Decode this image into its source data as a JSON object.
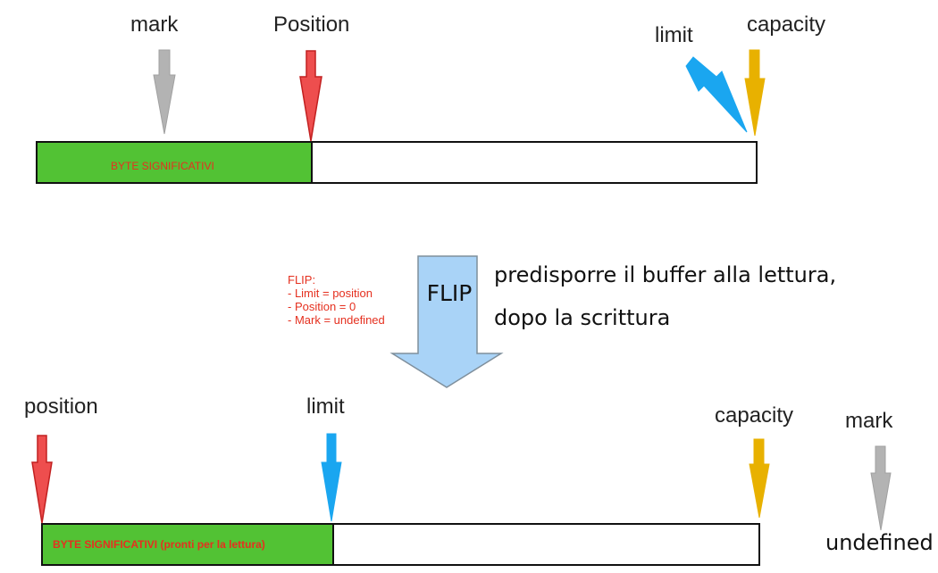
{
  "before": {
    "labels": {
      "mark": "mark",
      "position": "Position",
      "limit": "limit",
      "capacity": "capacity"
    },
    "fill_text": "BYTE SIGNIFICATIVI"
  },
  "flip": {
    "arrow_label": "FLIP",
    "note_title": "FLIP:",
    "note_lines": [
      "- Limit = position",
      "- Position = 0",
      "- Mark = undefined"
    ],
    "description": [
      "predisporre il buffer alla lettura,",
      "dopo la scrittura"
    ]
  },
  "after": {
    "labels": {
      "position": "position",
      "limit": "limit",
      "capacity": "capacity",
      "mark": "mark"
    },
    "fill_text": "BYTE SIGNIFICATIVI (pronti per la lettura)",
    "mark_value": "undefined"
  },
  "colors": {
    "mark": "#b3b3b3",
    "position": "#ee4e4e",
    "limit": "#1aa6f0",
    "capacity": "#e8b100",
    "fill": "#52c234",
    "flip_arrow": "#a9d3f7"
  }
}
